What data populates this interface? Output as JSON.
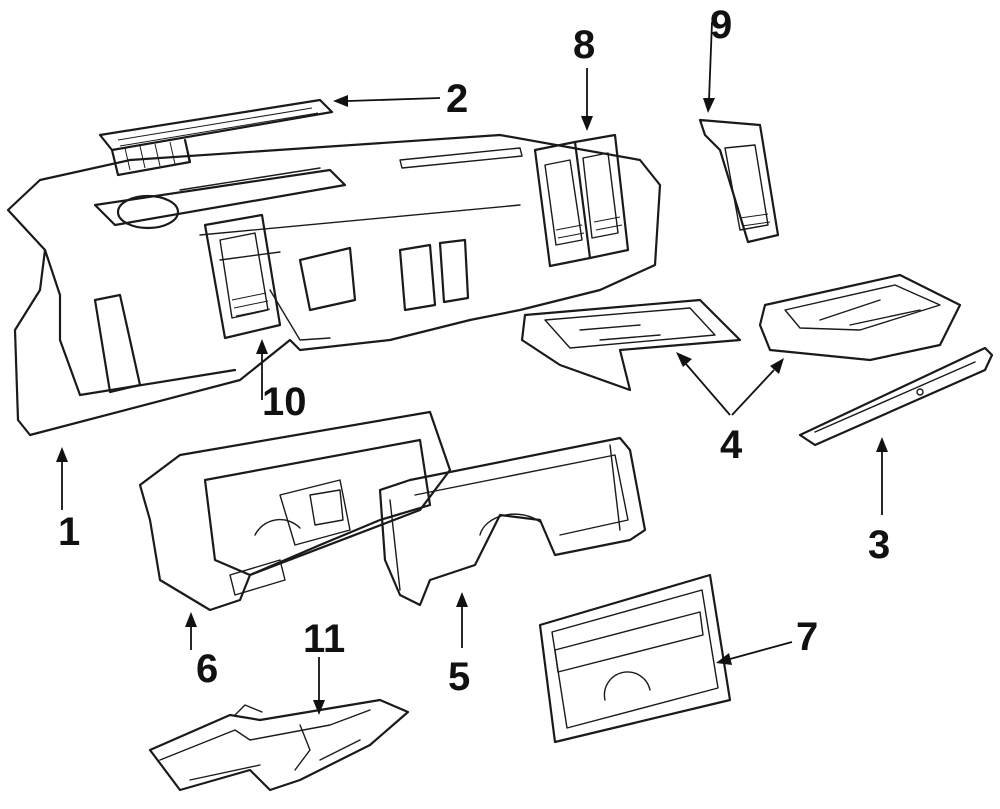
{
  "callouts": [
    {
      "id": "1",
      "label": "1"
    },
    {
      "id": "2",
      "label": "2"
    },
    {
      "id": "3",
      "label": "3"
    },
    {
      "id": "4",
      "label": "4"
    },
    {
      "id": "5",
      "label": "5"
    },
    {
      "id": "6",
      "label": "6"
    },
    {
      "id": "7",
      "label": "7"
    },
    {
      "id": "8",
      "label": "8"
    },
    {
      "id": "9",
      "label": "9"
    },
    {
      "id": "10",
      "label": "10"
    },
    {
      "id": "11",
      "label": "11"
    }
  ],
  "colors": {
    "line": "#1a1a1a",
    "background": "#ffffff"
  }
}
